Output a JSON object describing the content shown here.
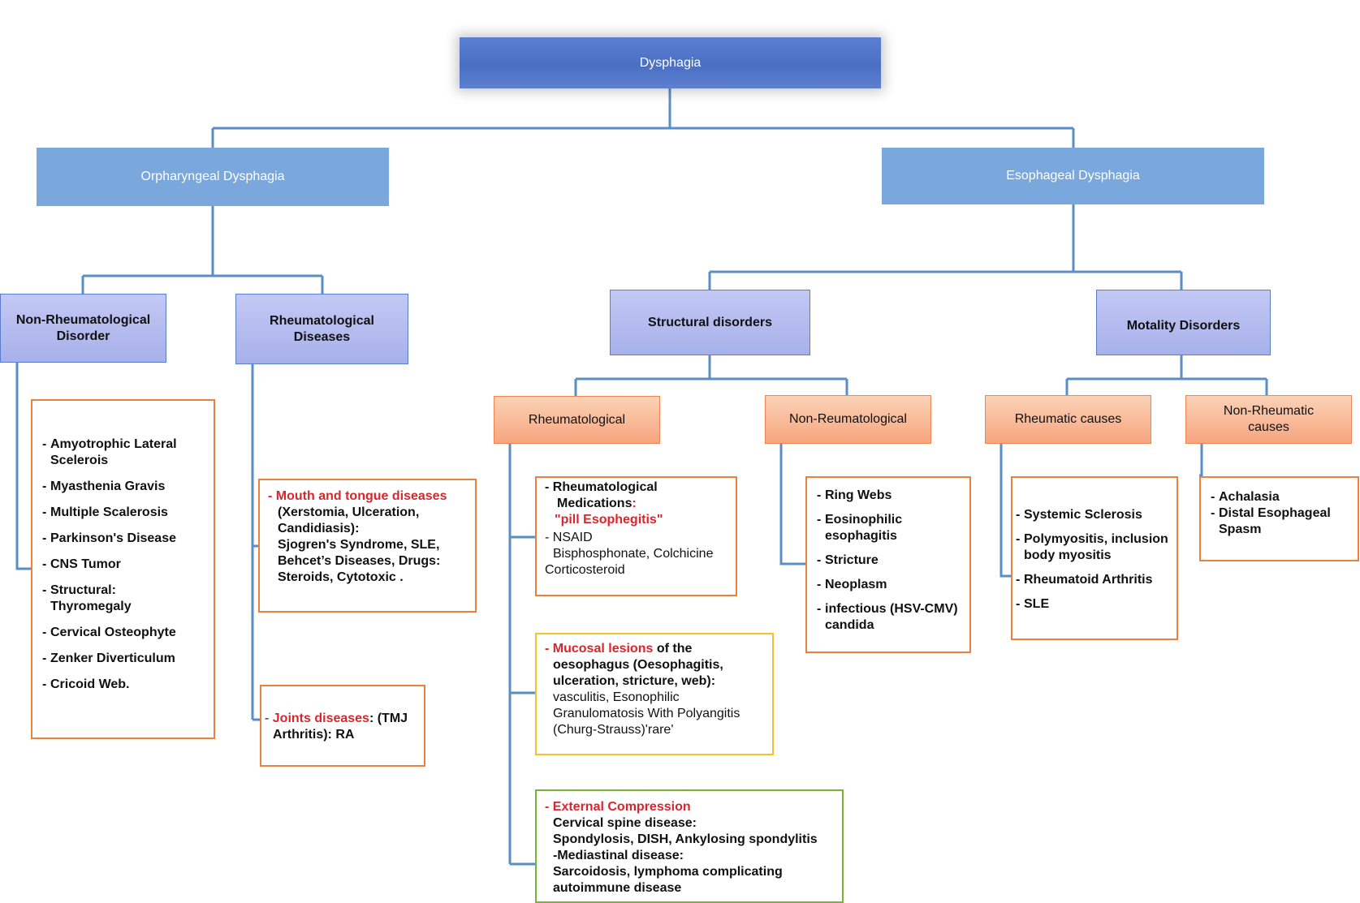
{
  "root": "Dysphagia",
  "level1": {
    "left": "Orpharyngeal Dysphagia",
    "right": "Esophageal Dysphagia"
  },
  "level2": {
    "non_rheum": "Non-Rheumatological Disorder",
    "rheum": "Rheumatological Diseases",
    "structural": "Structural disorders",
    "motality": "Motality Disorders"
  },
  "level3": {
    "rheumatological": "Rheumatological",
    "non_reumatological": "Non-Reumatological",
    "rheumatic_causes": "Rheumatic causes",
    "non_rheumatic_causes": "Non-Rheumatic causes"
  },
  "non_rheum_list": [
    "Amyotrophic Lateral Scelerois",
    "Myasthenia Gravis",
    "Multiple Scalerosis",
    "Parkinson's Disease",
    "CNS Tumor",
    "Structural: Thyromegaly",
    "Cervical Osteophyte",
    "Zenker Diverticulum",
    "Cricoid Web."
  ],
  "mouth": {
    "title": "Mouth and tongue diseases",
    "l1": "(Xerstomia, Ulceration,",
    "l2": "Candidiasis):",
    "l3": "Sjogren's Syndrome, SLE,",
    "l4": "Behcet’s Diseases, Drugs:",
    "l5": "Steroids, Cytotoxic ."
  },
  "joints": {
    "title": "Joints diseases",
    "rest1": ": (TMJ",
    "rest2": "Arthritis): RA"
  },
  "meds": {
    "t1": "Rheumatological",
    "t2": "Medications",
    "colon": ":",
    "t3": "\"pill Esophegitis\"",
    "l1": "NSAID",
    "l2": "Bisphosphonate, Colchicine",
    "l3": "Corticosteroid"
  },
  "mucosal": {
    "title": "Mucosal lesions",
    "t1rest": " of the",
    "l2": "oesophagus (Oesophagitis,",
    "l3": "ulceration, stricture, web):",
    "l4": "vasculitis, Esonophilic",
    "l5": "Granulomatosis With Polyangitis",
    "l6": "(Churg-Strauss)'rare'"
  },
  "external": {
    "title": "External Compression",
    "l2": "Cervical spine disease:",
    "l3": "Spondylosis, DISH, Ankylosing spondylitis",
    "l4": "-Mediastinal disease:",
    "l5": "Sarcoidosis, lymphoma complicating",
    "l6": "autoimmune disease"
  },
  "non_reum_list": [
    "Ring Webs",
    "Eosinophilic esophagitis",
    "Stricture",
    "Neoplasm",
    "infectious (HSV-CMV) candida"
  ],
  "rheumatic_list": [
    "Systemic Sclerosis",
    "Polymyositis, inclusion body myositis",
    "Rheumatoid Arthritis",
    "SLE"
  ],
  "non_rheumatic_list": [
    "Achalasia",
    "Distal Esophageal Spasm"
  ],
  "colors": {
    "line": "#5a8ec6",
    "orange": "#e8823e",
    "yellow": "#f6c22b",
    "green": "#7ab33a",
    "red": "#d8262c"
  }
}
